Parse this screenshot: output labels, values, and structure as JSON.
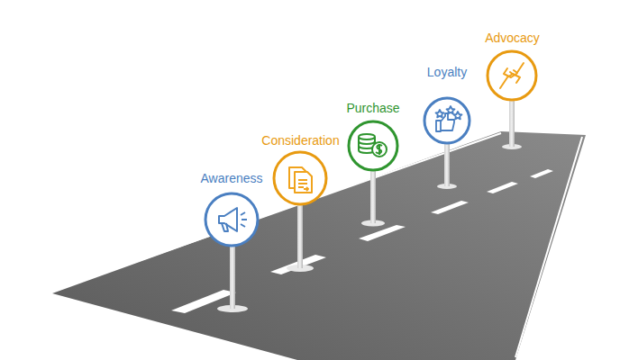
{
  "diagram": {
    "nodes": [
      {
        "text": [
          "Awareness"
        ]
      },
      {
        "text": [
          "Consideration"
        ]
      },
      {
        "text": [
          "Purchase"
        ]
      },
      {
        "text": [
          "Loyalty"
        ]
      },
      {
        "text": [
          "Advocacy"
        ]
      }
    ]
  }
}
